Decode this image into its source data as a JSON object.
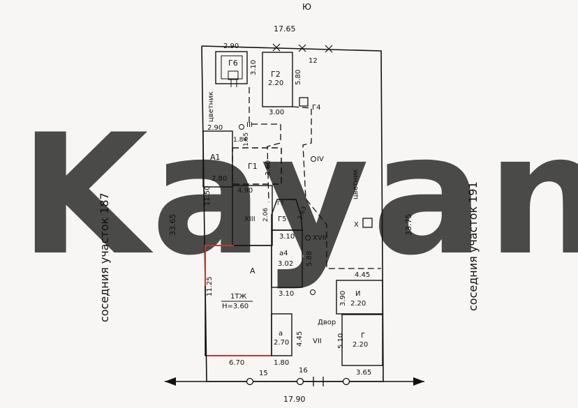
{
  "watermark": "Kayan",
  "top_marker": "Ю",
  "neighbor_left": "соседния участок 187",
  "neighbor_right": "соседния участок 191",
  "dims": {
    "top_width": "17.65",
    "bottom_width": "17.90",
    "left_side": "33.65",
    "right_side": "33.75",
    "g6_top": "2.90",
    "g6_side": "3.10",
    "g2_side": "5.80",
    "g2_bottom": "3.00",
    "a1_top": "2.90",
    "d184": "1.84",
    "d165": "1.65",
    "g1_side": "3.60",
    "a1_side": "11.50",
    "d490": "4.90",
    "d206": "2.06",
    "d263": "2.63",
    "d310a": "3.10",
    "d588": "5.88",
    "d445a": "4.45",
    "d1125": "11.25",
    "d310b": "3.10",
    "d390": "3.90",
    "d445b": "4.45",
    "d510": "5.10",
    "d670": "6.70",
    "d180": "1.80",
    "d365": "3.65"
  },
  "labels": {
    "g6": "Г6",
    "g2": "Г2",
    "g2_val": "2.20",
    "g4": "Г4",
    "n12": "12",
    "tsvetnik_left": "цветник",
    "tsvetnik_right": "цветник",
    "iii": "III",
    "iv": "IV",
    "a1": "А1",
    "a1_val": "2.80",
    "g1": "Г1",
    "g5": "Г5",
    "g5_top": "Г7",
    "xiii": "XIII",
    "xvii": "XVII",
    "x": "Х",
    "a4": "а4",
    "a4_val": "3.02",
    "a": "А",
    "itzh": "1ТЖ",
    "h": "Н=3.60",
    "a_small": "а",
    "a_small_val": "2.70",
    "vii": "VII",
    "dvor": "Двор",
    "i_label": "И",
    "i_val": "2.20",
    "g_label": "Г",
    "g_val": "2.20",
    "n15": "15",
    "n16": "16"
  }
}
